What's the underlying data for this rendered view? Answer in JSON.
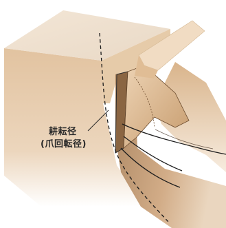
{
  "callout": {
    "line1": "耕耘径",
    "line2": "(爪回転径)"
  },
  "colors": {
    "top_face": "#efe2d1",
    "front_face": "#e2c4a2",
    "front_face_light": "#f6ece0",
    "blade_light": "#e8c8a2",
    "blade_dark": "#b58d63",
    "dashed_line": "#1a1a1a",
    "outline": "#2a2a2a"
  },
  "icons": [
    "soil-block",
    "tiller-blade",
    "rotation-path-dashed",
    "callout-leader"
  ]
}
